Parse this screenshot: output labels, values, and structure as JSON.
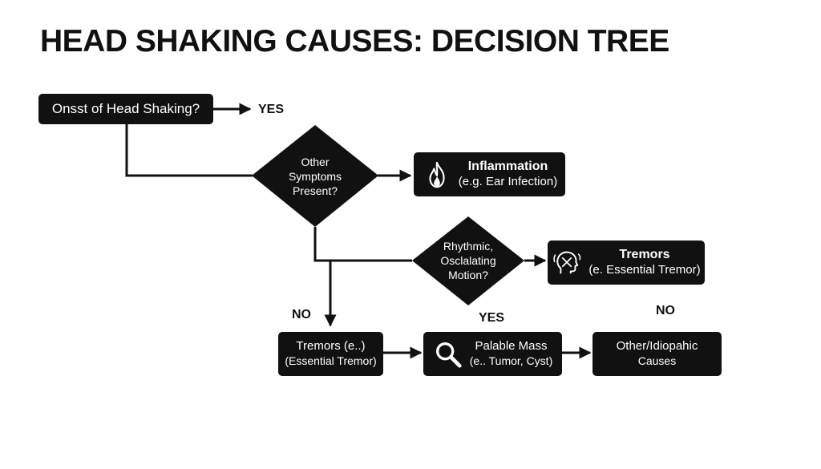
{
  "title": "HEAD SHAKING CAUSES: DECISION TREE",
  "nodes": {
    "onset": {
      "text": "Onsst of Head Shaking?"
    },
    "other_symptoms": {
      "lines": [
        "Other",
        "Symptoms",
        "Present?"
      ]
    },
    "inflammation": {
      "title": "Inflammation",
      "subtitle": "(e.g. Ear Infection)",
      "icon": "flame-icon"
    },
    "rhythmic": {
      "lines": [
        "Rhythmic,",
        "Osclalating",
        "Motion?"
      ]
    },
    "tremors_right": {
      "title": "Tremors",
      "subtitle": "(e. Essential Tremor)",
      "icon": "head-tremor-icon"
    },
    "tremors_left": {
      "title": "Tremors (e..)",
      "subtitle": "(Essential Tremor)"
    },
    "palpable_mass": {
      "title": "Palable Mass",
      "subtitle": "(e.. Tumor, Cyst)",
      "icon": "magnifier-icon"
    },
    "other_idiopathic": {
      "title": "Other/Idiopahic",
      "subtitle": "Causes"
    }
  },
  "labels": {
    "yes_top": "YES",
    "no_left": "NO",
    "yes_mid": "YES",
    "no_right": "NO"
  },
  "colors": {
    "node": "#111111",
    "node_text": "#ffffff",
    "line": "#111111",
    "background": "#ffffff"
  }
}
